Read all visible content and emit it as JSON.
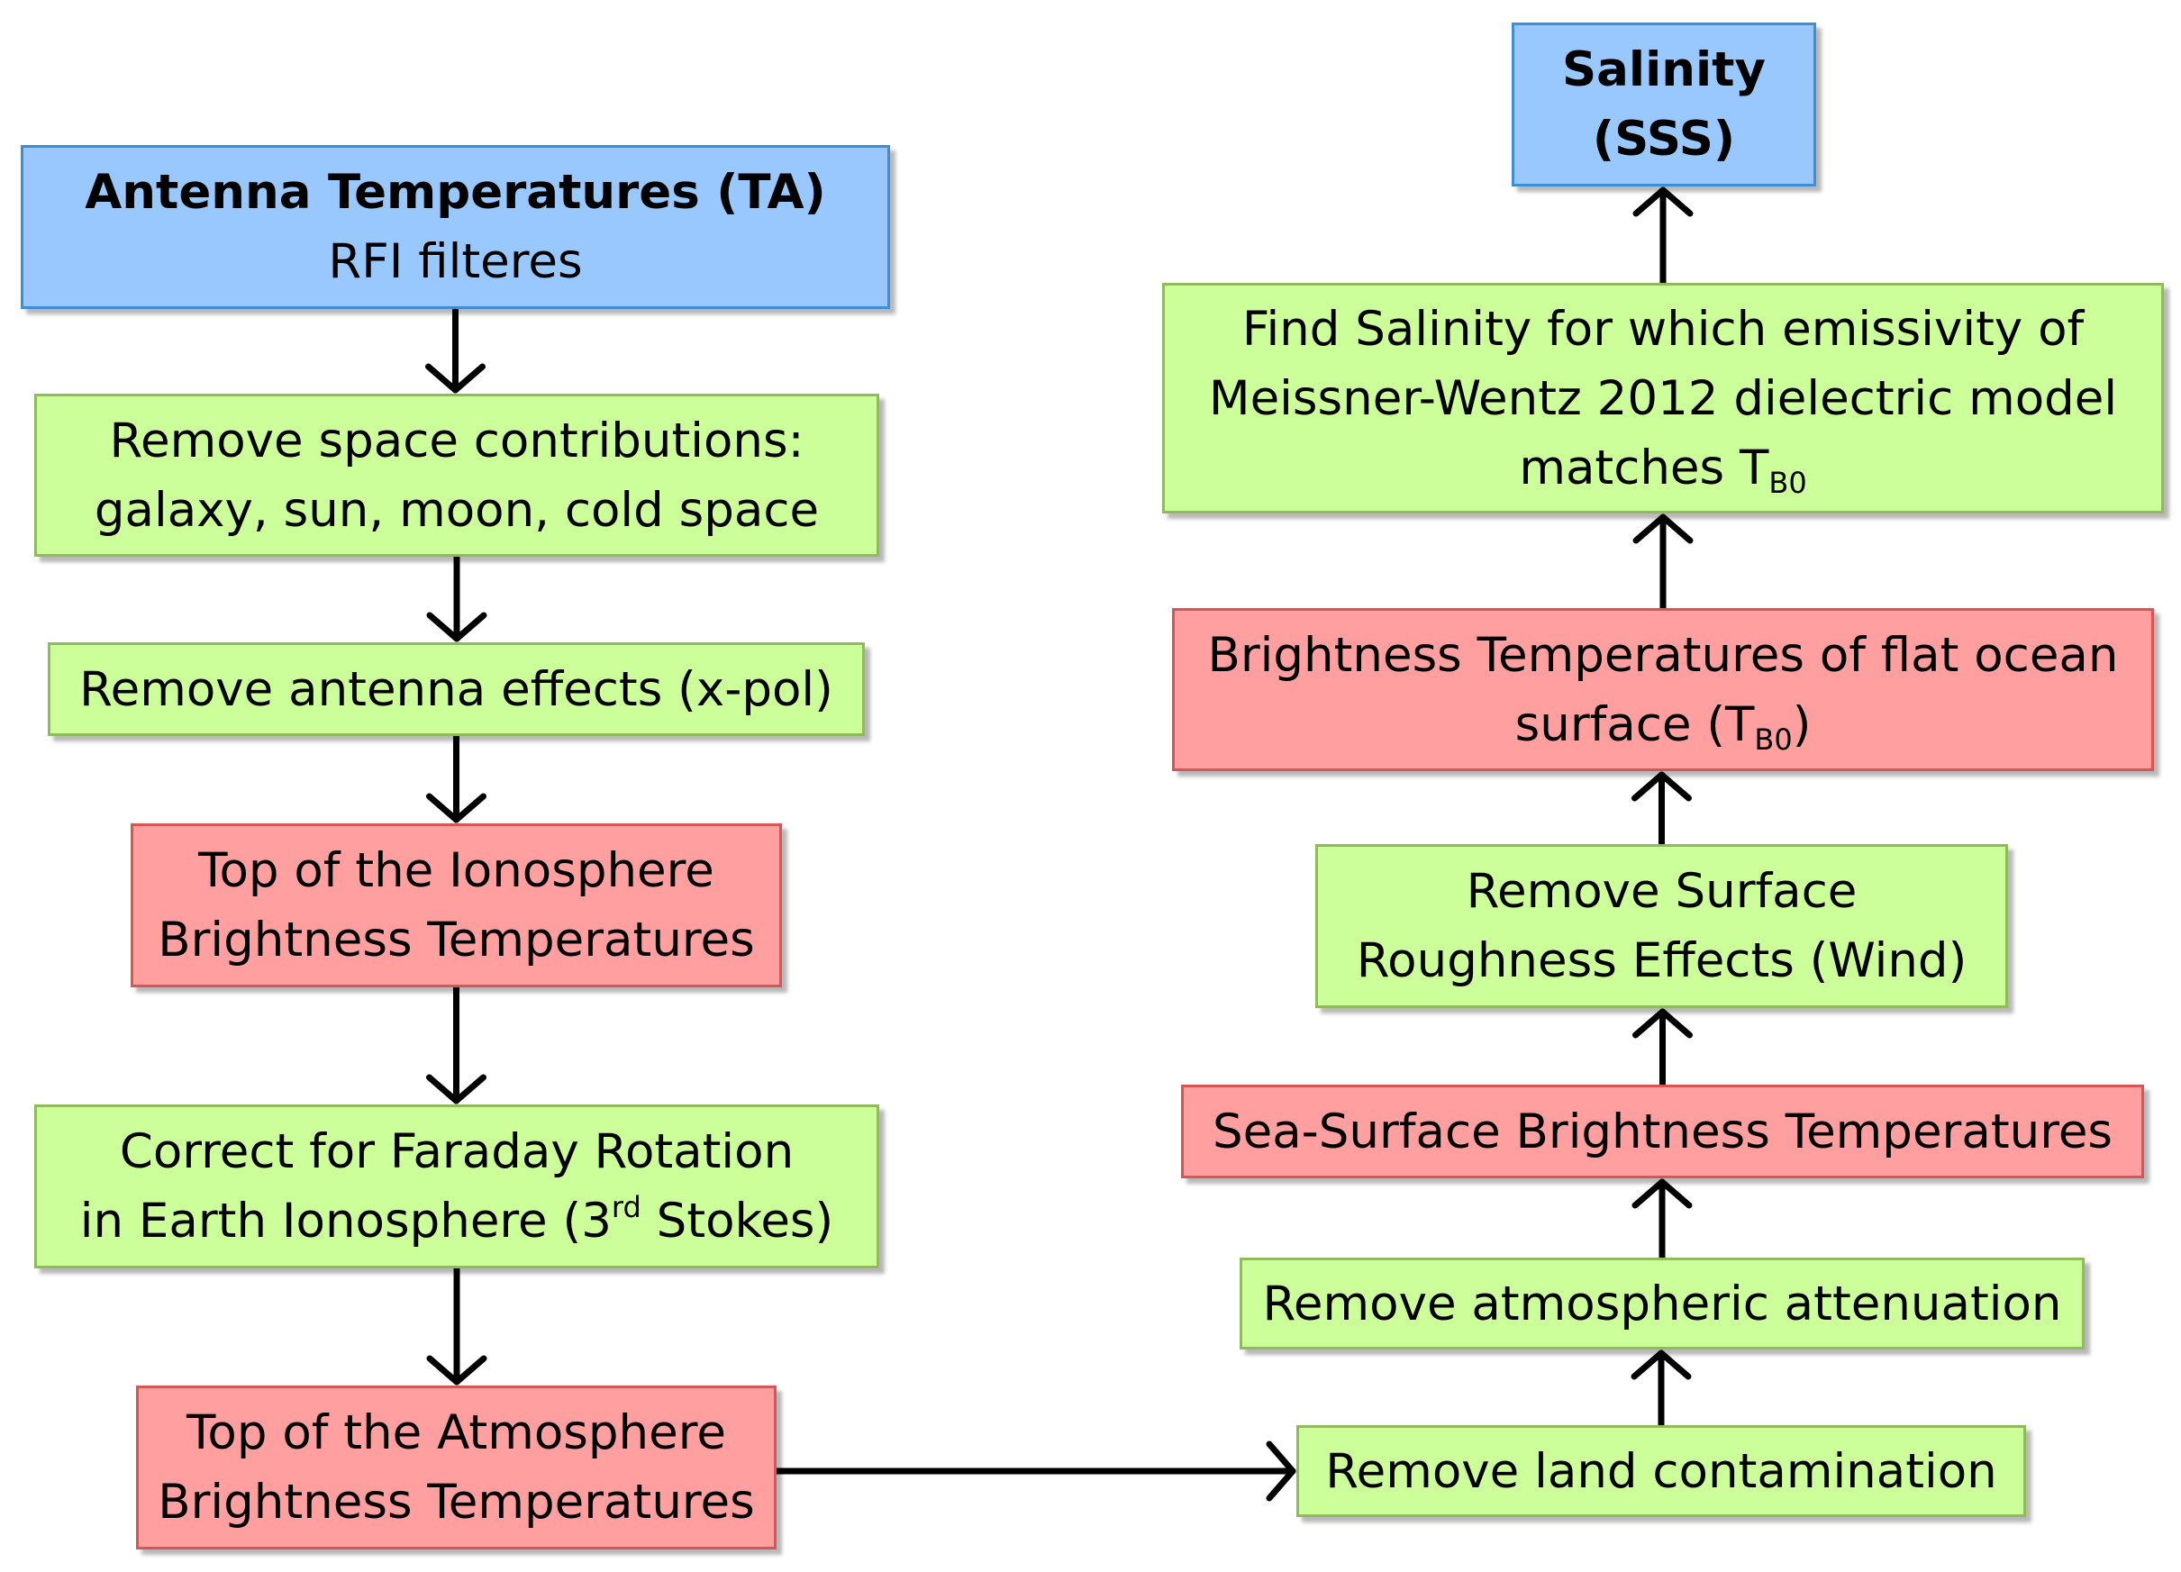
{
  "diagram": {
    "nodes": [
      {
        "id": "ta",
        "color": "#99c8fe",
        "lines": [
          {
            "parts": [
              {
                "text": "Antenna Temperatures (TA)",
                "style": "bold"
              }
            ]
          },
          {
            "parts": [
              {
                "text": "RFI filteres"
              }
            ]
          }
        ]
      },
      {
        "id": "sp",
        "color": "#ccff99",
        "lines": [
          {
            "parts": [
              {
                "text": "Remove space contributions:"
              }
            ]
          },
          {
            "parts": [
              {
                "text": "galaxy, sun, moon, cold space"
              }
            ]
          }
        ]
      },
      {
        "id": "ant",
        "color": "#ccff99",
        "lines": [
          {
            "parts": [
              {
                "text": "Remove antenna effects (x-pol)"
              }
            ]
          }
        ]
      },
      {
        "id": "toi",
        "color": "#ff9f9f",
        "lines": [
          {
            "parts": [
              {
                "text": "Top of the Ionosphere"
              }
            ]
          },
          {
            "parts": [
              {
                "text": "Brightness Temperatures"
              }
            ]
          }
        ]
      },
      {
        "id": "far",
        "color": "#ccff99",
        "lines": [
          {
            "parts": [
              {
                "text": "Correct for Faraday Rotation"
              }
            ]
          },
          {
            "parts": [
              {
                "text": "in Earth Ionosphere (3"
              },
              {
                "text": "rd",
                "style": "sup"
              },
              {
                "text": " Stokes)"
              }
            ]
          }
        ]
      },
      {
        "id": "toa",
        "color": "#ff9f9f",
        "lines": [
          {
            "parts": [
              {
                "text": "Top of the Atmosphere"
              }
            ]
          },
          {
            "parts": [
              {
                "text": "Brightness Temperatures"
              }
            ]
          }
        ]
      },
      {
        "id": "land",
        "color": "#ccff99",
        "lines": [
          {
            "parts": [
              {
                "text": "Remove land contamination"
              }
            ]
          }
        ]
      },
      {
        "id": "atm",
        "color": "#ccff99",
        "lines": [
          {
            "parts": [
              {
                "text": "Remove atmospheric attenuation"
              }
            ]
          }
        ]
      },
      {
        "id": "ss",
        "color": "#ff9f9f",
        "lines": [
          {
            "parts": [
              {
                "text": "Sea-Surface Brightness Temperatures"
              }
            ]
          }
        ]
      },
      {
        "id": "rough",
        "color": "#ccff99",
        "lines": [
          {
            "parts": [
              {
                "text": "Remove Surface"
              }
            ]
          },
          {
            "parts": [
              {
                "text": "Roughness Effects (Wind)"
              }
            ]
          }
        ]
      },
      {
        "id": "flat",
        "color": "#ff9f9f",
        "lines": [
          {
            "parts": [
              {
                "text": "Brightness Temperatures of flat ocean"
              }
            ]
          },
          {
            "parts": [
              {
                "text": "surface (T"
              },
              {
                "text": "B0",
                "style": "sub"
              },
              {
                "text": ")"
              }
            ]
          }
        ]
      },
      {
        "id": "find",
        "color": "#ccff99",
        "lines": [
          {
            "parts": [
              {
                "text": "Find Salinity for which emissivity of"
              }
            ]
          },
          {
            "parts": [
              {
                "text": "Meissner-Wentz 2012 dielectric model"
              }
            ]
          },
          {
            "parts": [
              {
                "text": "matches T"
              },
              {
                "text": "B0",
                "style": "sub"
              }
            ]
          }
        ]
      },
      {
        "id": "sal",
        "color": "#99c8fe",
        "lines": [
          {
            "parts": [
              {
                "text": "Salinity",
                "style": "bold"
              }
            ]
          },
          {
            "parts": [
              {
                "text": "(SSS)",
                "style": "bold"
              }
            ]
          }
        ]
      }
    ],
    "edges": [
      {
        "from": "ta",
        "to": "sp"
      },
      {
        "from": "sp",
        "to": "ant"
      },
      {
        "from": "ant",
        "to": "toi"
      },
      {
        "from": "toi",
        "to": "far"
      },
      {
        "from": "far",
        "to": "toa"
      },
      {
        "from": "toa",
        "to": "land"
      },
      {
        "from": "land",
        "to": "atm"
      },
      {
        "from": "atm",
        "to": "ss"
      },
      {
        "from": "ss",
        "to": "rough"
      },
      {
        "from": "rough",
        "to": "flat"
      },
      {
        "from": "flat",
        "to": "find"
      },
      {
        "from": "find",
        "to": "sal"
      }
    ]
  }
}
